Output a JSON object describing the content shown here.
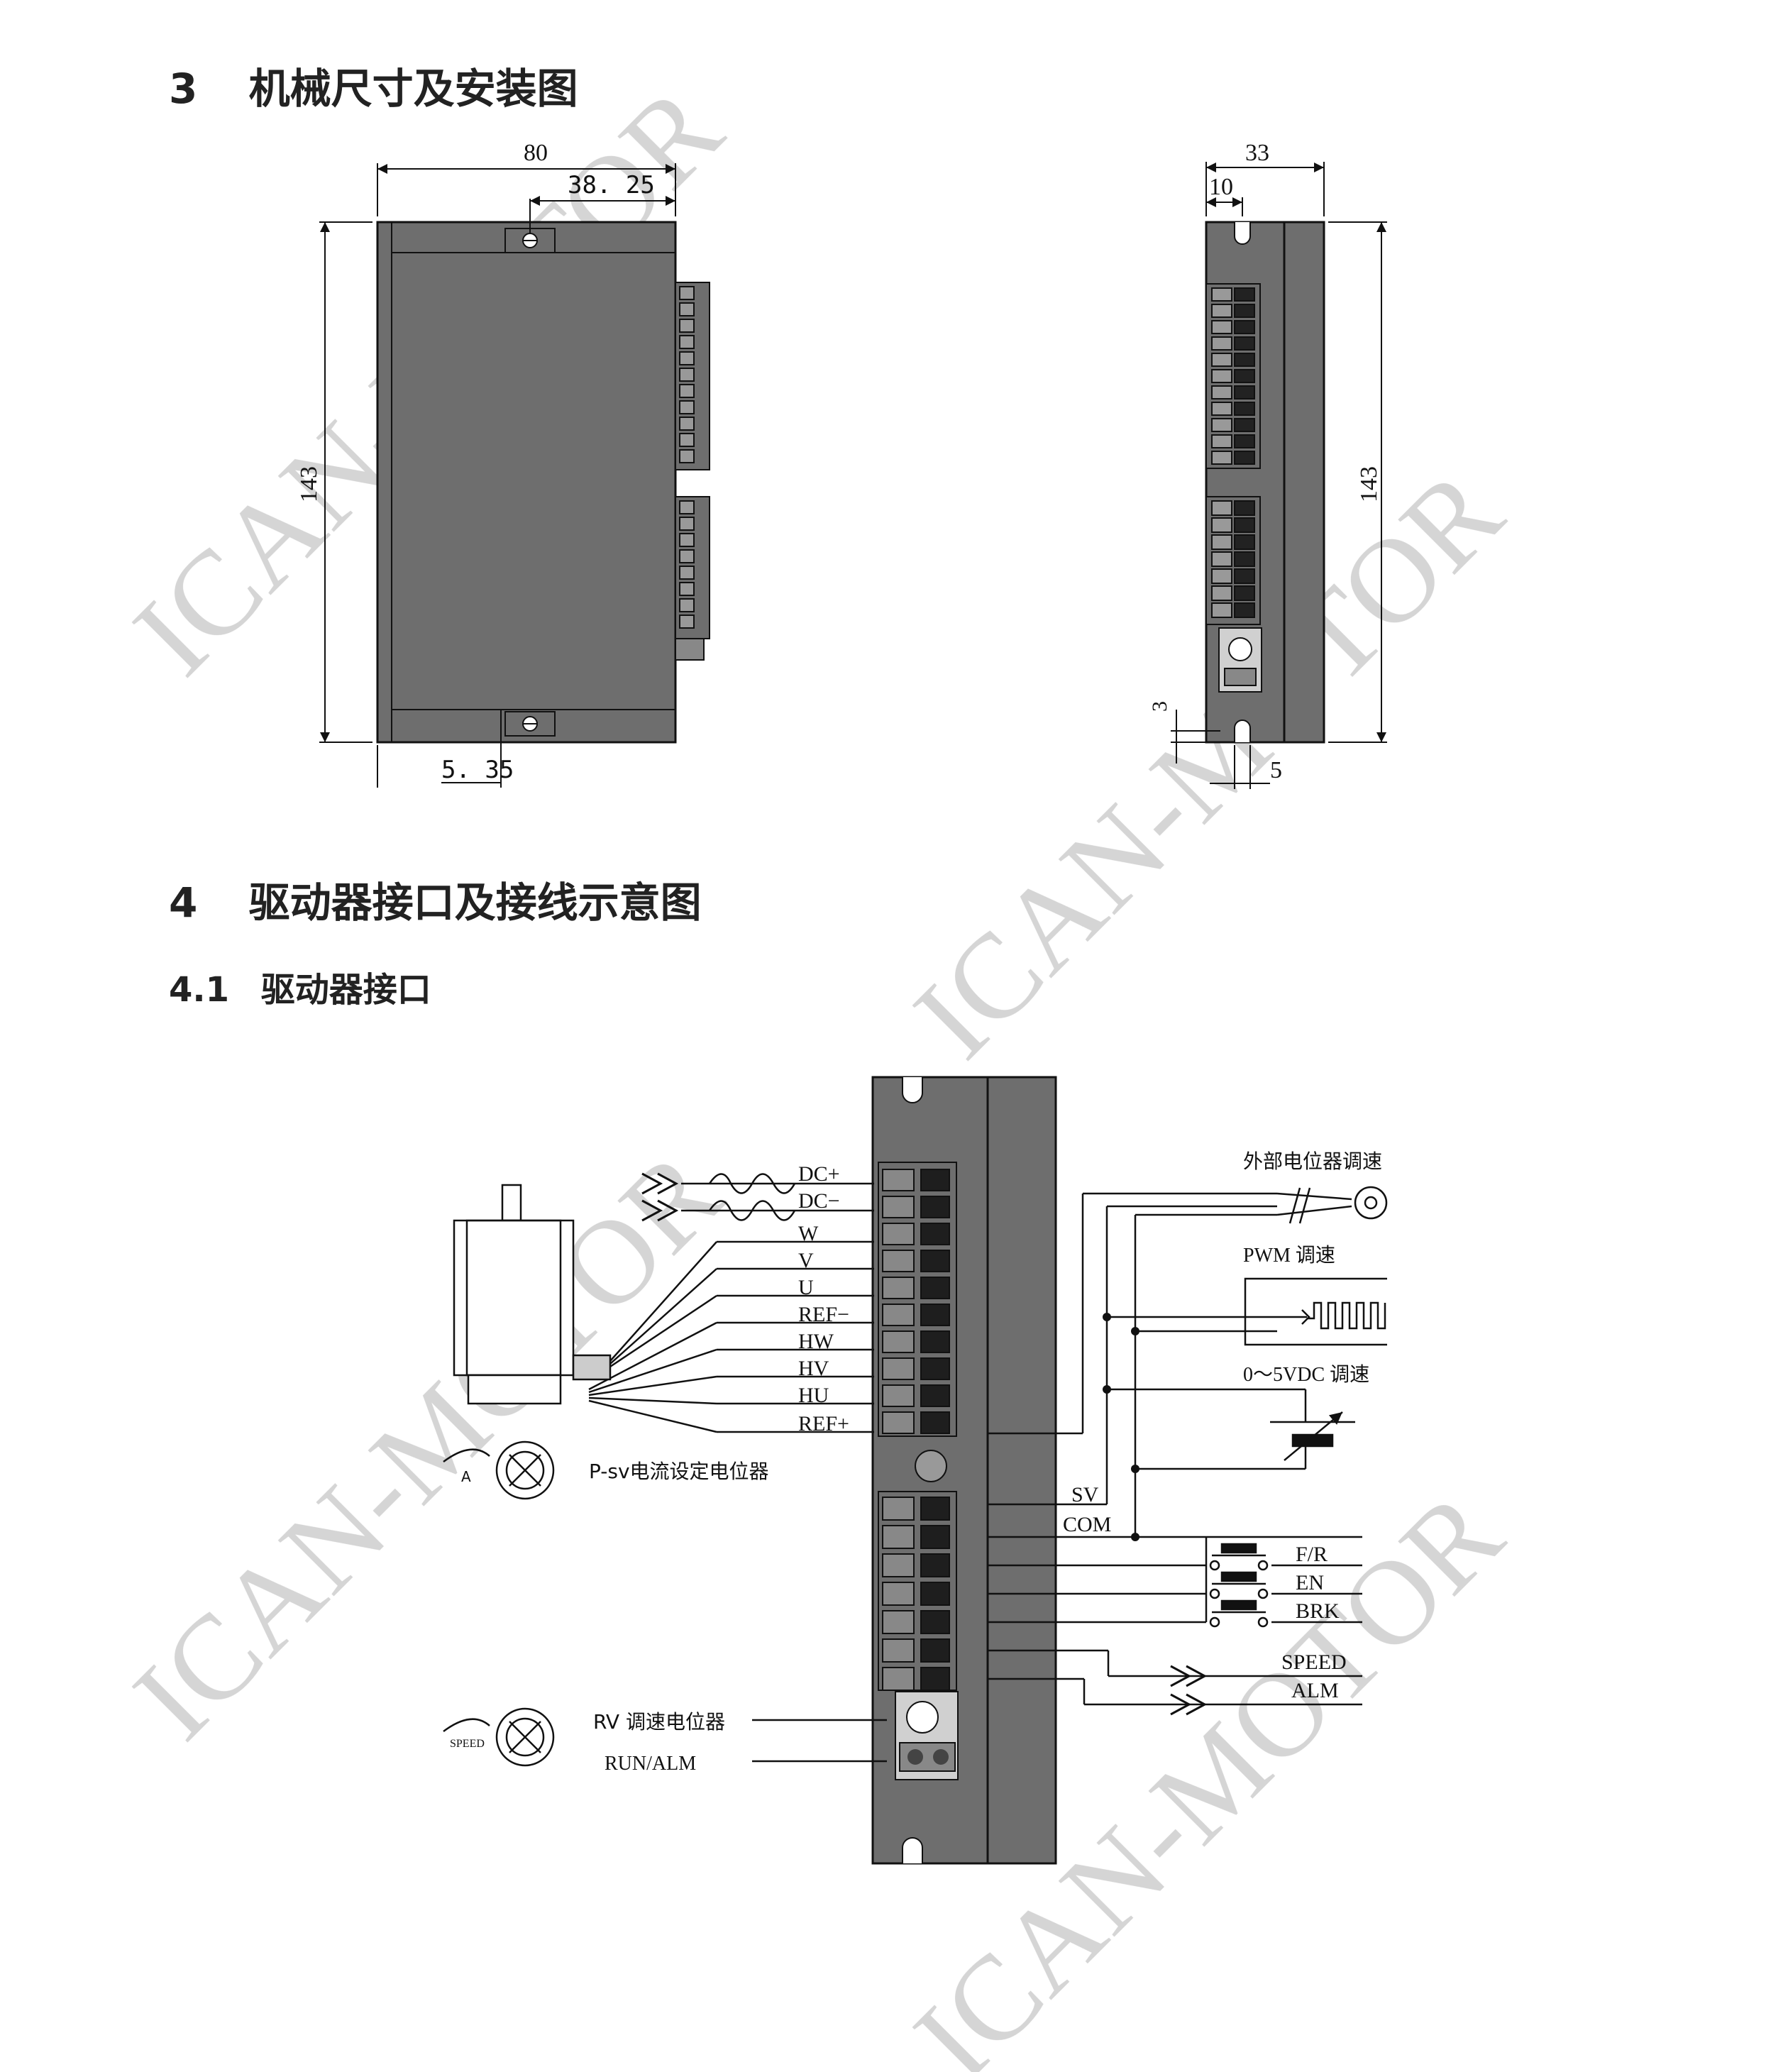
{
  "section3": {
    "number": "3",
    "title": "机械尺寸及安装图"
  },
  "section4": {
    "number": "4",
    "title": "驱动器接口及接线示意图"
  },
  "section41": {
    "number": "4.1",
    "title": "驱动器接口"
  },
  "front_view": {
    "width": "80",
    "offset": "38. 25",
    "height": "143",
    "edge": "5. 35"
  },
  "side_view": {
    "width": "33",
    "offset": "10",
    "height": "143",
    "slot": "3",
    "slot_width": "5"
  },
  "watermark": "ICAN-MOTOR",
  "wiring": {
    "left_terminals": [
      "DC+",
      "DC−",
      "W",
      "V",
      "U",
      "REF−",
      "HW",
      "HV",
      "HU",
      "REF+"
    ],
    "psv_label": "P-sv电流设定电位器",
    "psv_dial_label": "A",
    "rv_label": "RV 调速电位器",
    "rv_dial_label": "SPEED",
    "run_label": "RUN/ALM",
    "ext_pot_label": "外部电位器调速",
    "pwm_label": "PWM 调速",
    "vdc_label": "0～5VDC 调速",
    "sv_label": "SV",
    "com_label": "COM",
    "switches": [
      "F/R",
      "EN",
      "BRK"
    ],
    "outputs": [
      "SPEED",
      "ALM"
    ]
  }
}
